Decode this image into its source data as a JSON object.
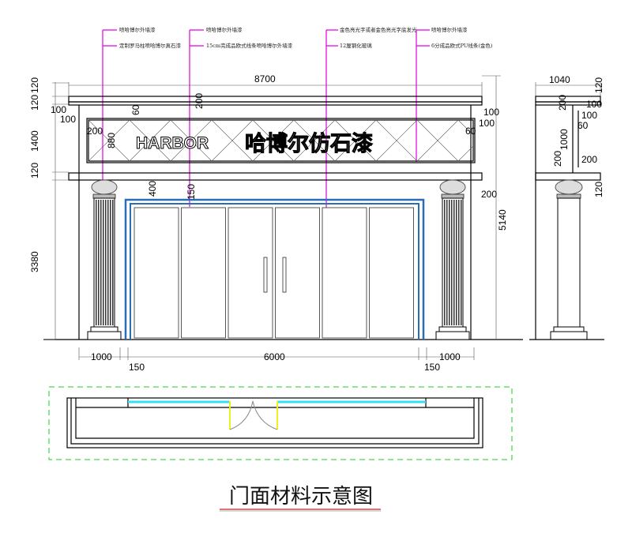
{
  "drawing": {
    "title": "门面材料示意图",
    "sign_text_en": "HARBOR",
    "sign_text_cn": "哈博尔仿石漆",
    "annotations": [
      "喷哈博尔外墙漆",
      "定制罗马柱喷哈博尔真石漆",
      "喷哈博尔外墙漆",
      "15cm完成品欧式线条喷哈博尔外墙漆",
      "金色亮光字或者金色亮光字底发光",
      "12厘钢化玻璃",
      "喷哈博尔外墙漆",
      "6分成品欧式PU线条(金色)"
    ],
    "dims": {
      "total_width": "8700",
      "left_120a": "120",
      "left_120b": "120",
      "left_1400": "1400",
      "left_120c": "120",
      "left_3380": "3380",
      "cornice_100a": "100",
      "cornice_100b": "100",
      "frame_200": "200",
      "frame_880": "880",
      "frame_60": "60",
      "top_200": "200",
      "door_400": "400",
      "door_150": "150",
      "right_100a": "100",
      "right_100b": "100",
      "right_60": "60",
      "right_200": "200",
      "total_height": "5140",
      "bottom_1000a": "1000",
      "bottom_150a": "150",
      "bottom_6000": "6000",
      "bottom_150b": "150",
      "bottom_1000b": "1000",
      "side_1040": "1040",
      "side_120a": "120",
      "side_200a": "200",
      "side_100a": "100",
      "side_100b": "100",
      "side_60": "60",
      "side_1000": "1000",
      "side_200b": "200",
      "side_200c": "200",
      "side_120b": "120"
    },
    "colors": {
      "leader": "#e000e0",
      "glass_frame": "#2a6db5",
      "plan_boundary": "#22cc22",
      "title_underline": "#cc2222"
    }
  }
}
